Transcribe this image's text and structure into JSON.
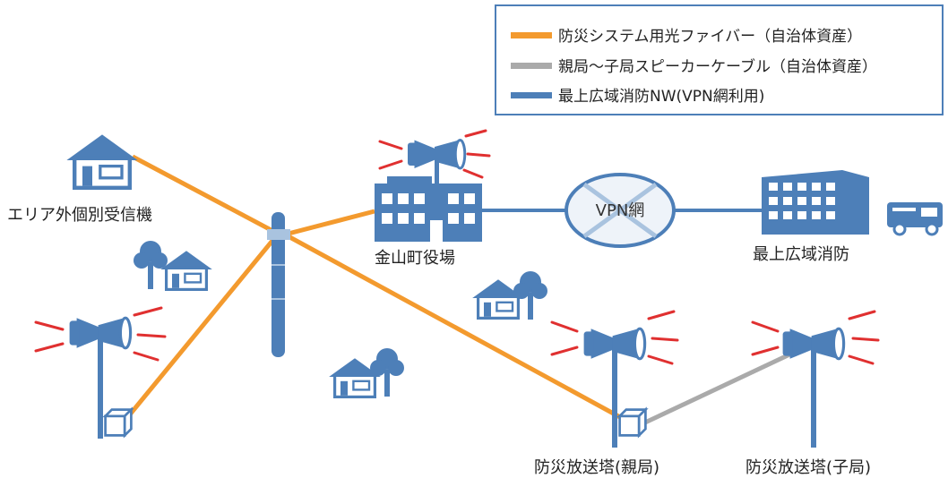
{
  "legend": {
    "items": [
      {
        "label": "防災システム用光ファイバー（自治体資産）",
        "color": "#f39a2e"
      },
      {
        "label": "親局～子局スピーカーケーブル（自治体資産）",
        "color": "#aaaaaa"
      },
      {
        "label": "最上広域消防NW(VPN網利用)",
        "color": "#4d7fb8"
      }
    ]
  },
  "nodes": {
    "outside_receiver": "エリア外個別受信機",
    "town_hall": "金山町役場",
    "vpn": "VPN網",
    "fire_hq": "最上広域消防",
    "parent_tower": "防災放送塔(親局)",
    "child_tower": "防災放送塔(子局)"
  },
  "colors": {
    "fiber": "#f39a2e",
    "speaker_cable": "#aaaaaa",
    "vpn_line": "#4d7fb8",
    "icon_blue": "#4d7fb8",
    "icon_light": "#a9c3df",
    "alarm_red": "#e03030"
  }
}
